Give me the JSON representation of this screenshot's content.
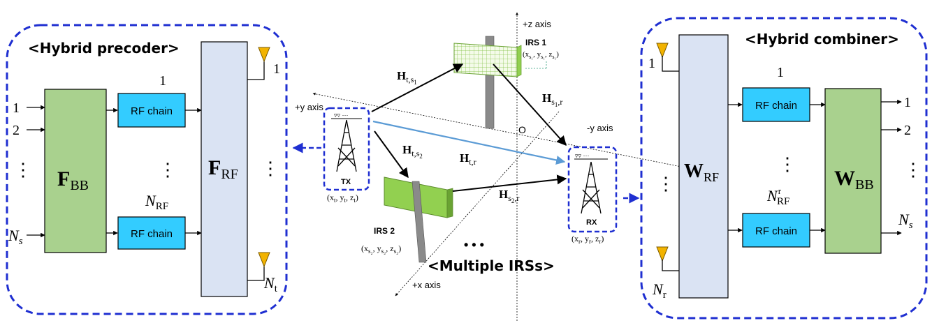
{
  "precoder": {
    "title": "<Hybrid precoder>",
    "inputs": [
      "1",
      "2",
      "⋮"
    ],
    "input_ns": "N",
    "input_ns_sub": "s",
    "fbb": "F",
    "fbb_sub": "BB",
    "rf_label_top": "1",
    "rf_chain_1": "RF chain",
    "rf_chain_2": "RF chain",
    "nrf": "N",
    "nrf_sub": "RF",
    "frf": "F",
    "frf_sub": "RF",
    "ant_top": "1",
    "ant_bottom": "N",
    "ant_bottom_sub": "t"
  },
  "combiner": {
    "title": "<Hybrid combiner>",
    "ant_top": "1",
    "ant_bottom": "N",
    "ant_bottom_sub": "r",
    "wrf": "W",
    "wrf_sub": "RF",
    "rf_label_top": "1",
    "rf_chain_1": "RF chain",
    "rf_chain_2": "RF chain",
    "nrf": "N",
    "nrf_sup": "r",
    "nrf_sub": "RF",
    "wbb": "W",
    "wbb_sub": "BB",
    "outputs": [
      "1",
      "2",
      "⋮"
    ],
    "output_ns": "N",
    "output_ns_sub": "s"
  },
  "center": {
    "z_axis": "+z axis",
    "y_axis_pos": "+y axis",
    "y_axis_neg": "-y axis",
    "x_axis": "+x axis",
    "origin": "O",
    "irs1": "IRS 1",
    "irs1_coord": "(x",
    "irs2": "IRS 2",
    "tx": "TX",
    "rx": "RX",
    "multiple": "<Multiple IRSs>",
    "dots": "• • •",
    "h_ts1": "H",
    "h_ts1_sub": "t,s",
    "h_s1r": "H",
    "h_s1r_sub": "s",
    "h_ts2": "H",
    "h_ts2_sub": "t,s",
    "h_tr": "H",
    "h_tr_sub": "t,r",
    "h_s2r": "H",
    "h_s2r_sub": "s",
    "sub1": "1",
    "sub2": "2",
    "sub_r": ",r",
    "colors": {
      "dashed_border": "#1f2fd1",
      "green_block": "#a9d18e",
      "blue_block": "#dae3f3",
      "rf_chain": "#33ccff",
      "antenna": "#f2b300",
      "los_link": "#5b9bd5",
      "irs_green": "#92d050"
    }
  }
}
